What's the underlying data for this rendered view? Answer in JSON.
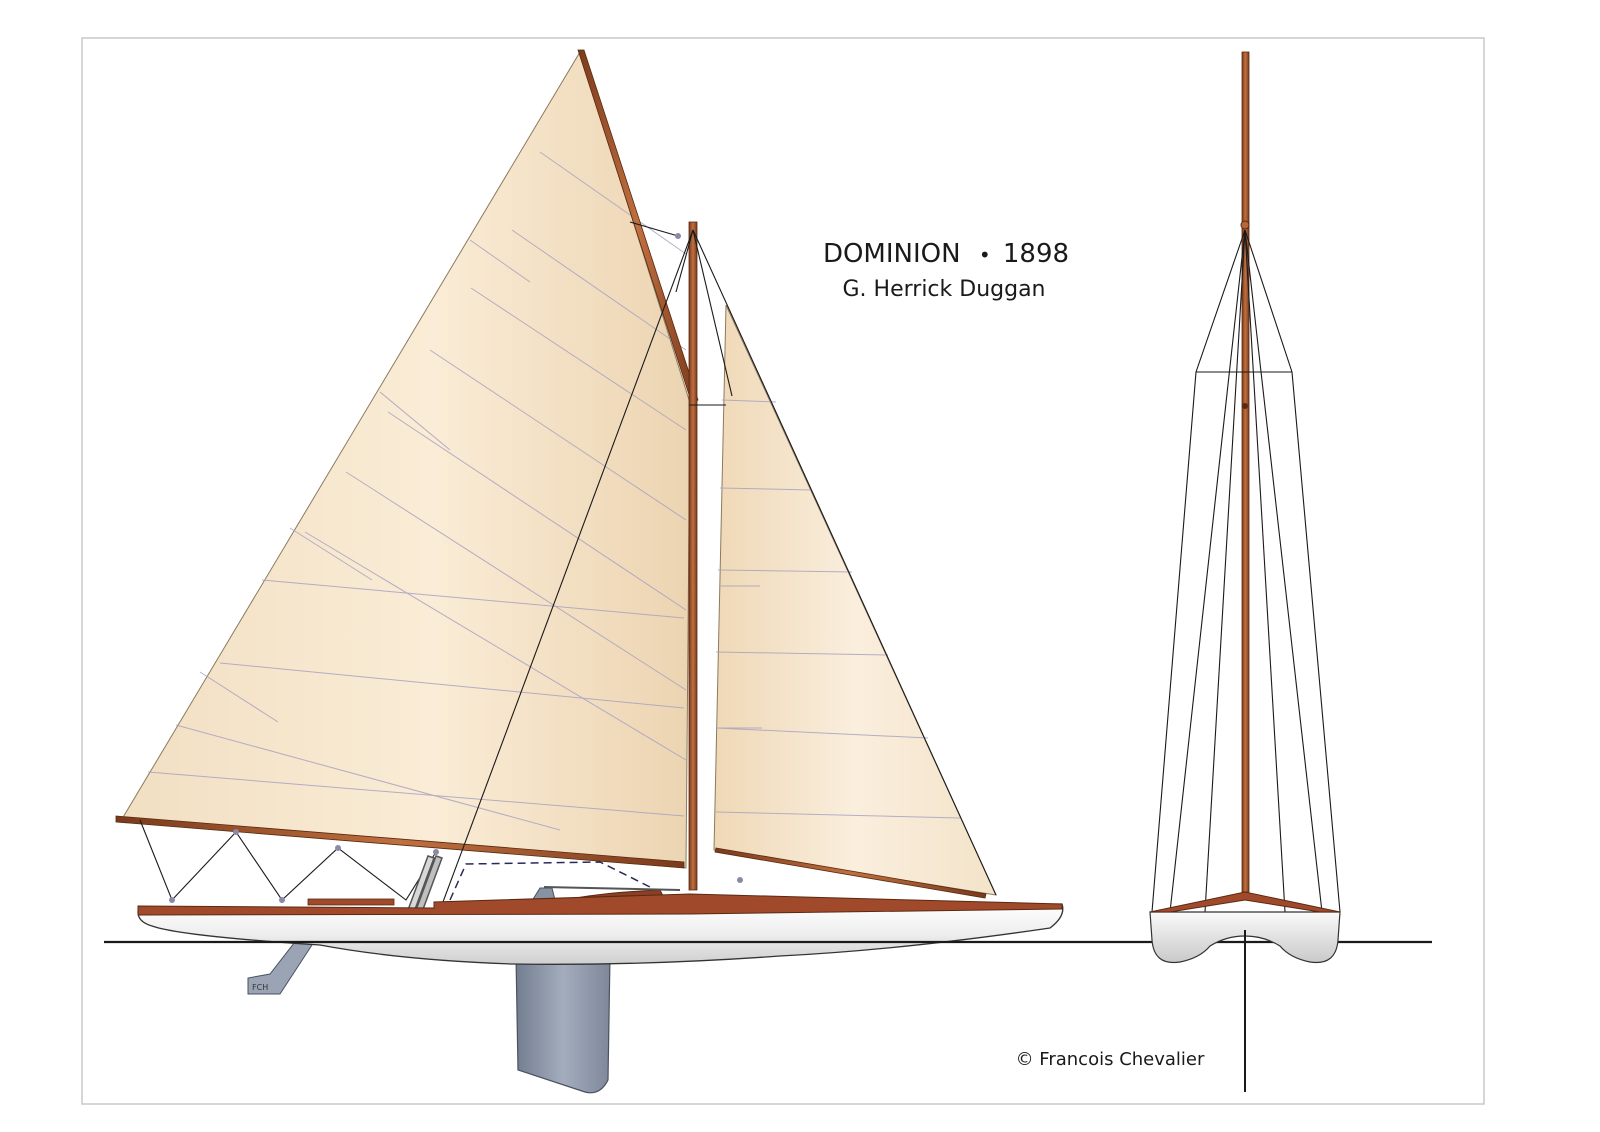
{
  "title": {
    "boat": "DOMINION",
    "separator": "•",
    "year": "1898",
    "designer": "G. Herrick  Duggan"
  },
  "copyright": "© Francois Chevalier",
  "colors": {
    "sail": "#f3e3c9",
    "sail_highlight": "#faeedb",
    "spar": "#a0522d",
    "hull": "#ebebeb",
    "deck": "#a14a2b",
    "keel": "#8a94a6",
    "line": "#1a1a1a"
  }
}
